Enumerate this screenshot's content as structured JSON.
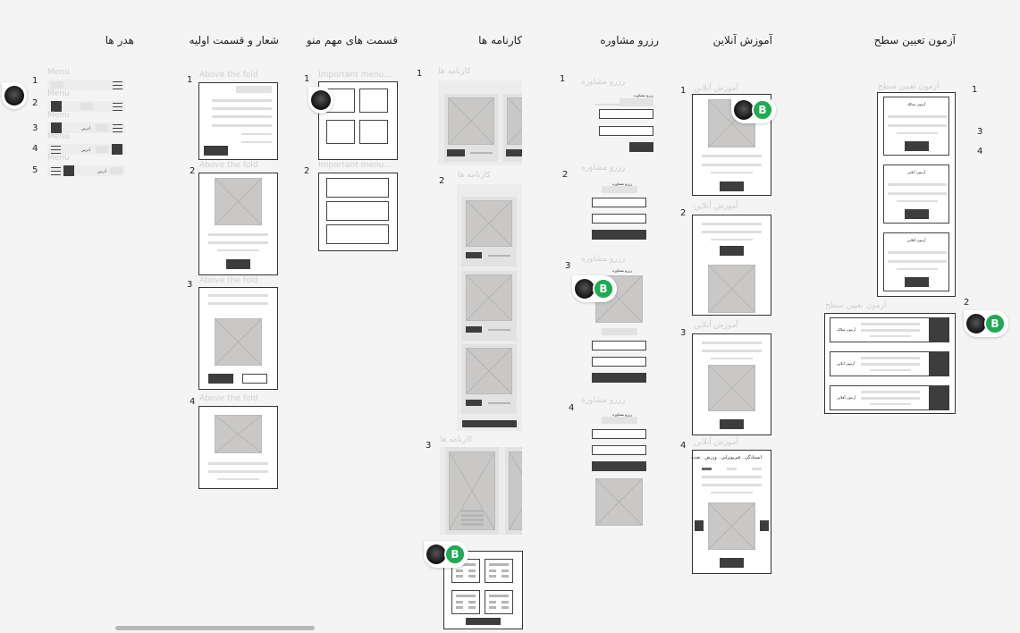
{
  "columns": [
    {
      "title": "هدر ها"
    },
    {
      "title": "شعار و قسمت اولیه"
    },
    {
      "title": "قسمت های مهم منو"
    },
    {
      "title": "کارنامه ها"
    },
    {
      "title": "رزرو مشاوره"
    },
    {
      "title": "آموزش آنلاین"
    },
    {
      "title": "آزمون تعیین سطح"
    }
  ],
  "headers": {
    "frame_label": "Menu",
    "numbers": [
      "1",
      "2",
      "3",
      "4",
      "5"
    ],
    "small_text": "آدرس"
  },
  "hero": {
    "frame_label": "Above the fold",
    "numbers": [
      "1",
      "2",
      "3",
      "4"
    ]
  },
  "menu": {
    "frame_label": "Important menu...",
    "numbers": [
      "1",
      "2"
    ]
  },
  "reports": {
    "frame_label": "کارنامه ها",
    "numbers": [
      "1",
      "2",
      "3"
    ]
  },
  "booking": {
    "frame_label": "رزرو مشاوره",
    "numbers": [
      "1",
      "2",
      "3",
      "4"
    ],
    "form_title": "رزرو مشاوره"
  },
  "online": {
    "frame_label": "آموزش آنلاین",
    "numbers": [
      "1",
      "2",
      "3",
      "4"
    ],
    "tabs_text": "ایستادگی . فیزیوتراپی . ورزش . تغذیه"
  },
  "test": {
    "frame_label": "آزمون تعیین سطح",
    "numbers": [
      "1",
      "3",
      "4",
      "2"
    ],
    "cards": [
      "آزمون سالک",
      "آزمون آنلاین",
      "آزمون آفلاین"
    ]
  },
  "collaborators": {
    "initial": "B",
    "color": "#1faa55"
  }
}
